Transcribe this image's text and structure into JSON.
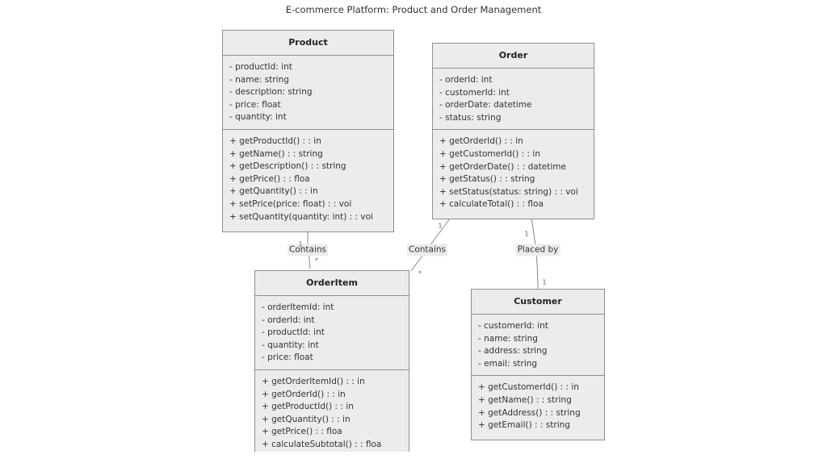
{
  "title": "E-commerce Platform: Product and Order Management",
  "classes": {
    "product": {
      "name": "Product",
      "attributes": [
        "- productId: int",
        "- name: string",
        "- description: string",
        "- price: float",
        "- quantity: int"
      ],
      "methods": [
        "+ getProductId() : : in",
        "+ getName() : : string",
        "+ getDescription() : : string",
        "+ getPrice() : : floa",
        "+ getQuantity() : : in",
        "+ setPrice(price: float) : : voi",
        "+ setQuantity(quantity: int) : : voi"
      ]
    },
    "order": {
      "name": "Order",
      "attributes": [
        "- orderId: int",
        "- customerId: int",
        "- orderDate: datetime",
        "- status: string"
      ],
      "methods": [
        "+ getOrderId() : : in",
        "+ getCustomerId() : : in",
        "+ getOrderDate() : : datetime",
        "+ getStatus() : : string",
        "+ setStatus(status: string) : : voi",
        "+ calculateTotal() : : floa"
      ]
    },
    "orderitem": {
      "name": "OrderItem",
      "attributes": [
        "- orderItemId: int",
        "- orderId: int",
        "- productId: int",
        "- quantity: int",
        "- price: float"
      ],
      "methods": [
        "+ getOrderItemId() : : in",
        "+ getOrderId() : : in",
        "+ getProductId() : : in",
        "+ getQuantity() : : in",
        "+ getPrice() : : floa",
        "+ calculateSubtotal() : : floa"
      ]
    },
    "customer": {
      "name": "Customer",
      "attributes": [
        "- customerId: int",
        "- name: string",
        "- address: string",
        "- email: string"
      ],
      "methods": [
        "+ getCustomerId() : : in",
        "+ getName() : : string",
        "+ getAddress() : : string",
        "+ getEmail() : : string"
      ]
    }
  },
  "relations": {
    "product_orderitem": {
      "label": "Contains",
      "source_mult": "1",
      "target_mult": "*"
    },
    "order_orderitem": {
      "label": "Contains",
      "source_mult": "1",
      "target_mult": "*"
    },
    "order_customer": {
      "label": "Placed by",
      "source_mult": "1",
      "target_mult": "1"
    }
  }
}
